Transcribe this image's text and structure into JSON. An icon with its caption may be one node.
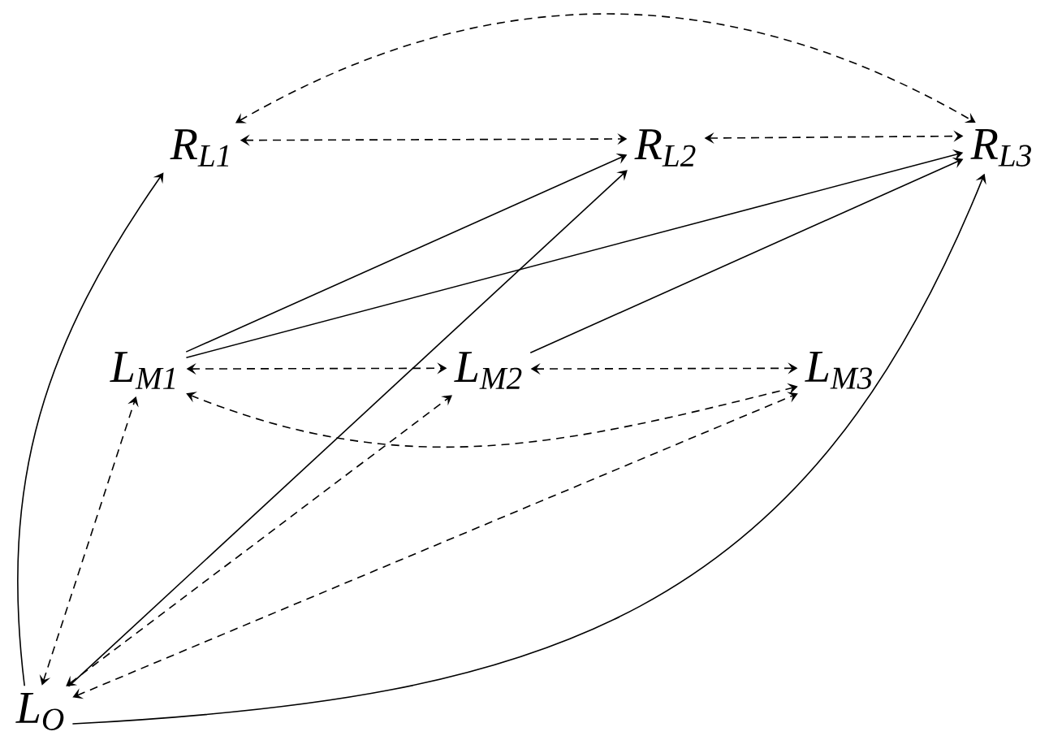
{
  "diagram": {
    "nodes": [
      {
        "text": [
          "R$_{L1}$"
        ]
      },
      {
        "text": [
          "R$_{L2}$"
        ]
      },
      {
        "text": [
          "R$_{L3}$"
        ]
      },
      {
        "text": [
          "L$_{M1}$"
        ]
      },
      {
        "text": [
          "L$_{M2}$"
        ]
      },
      {
        "text": [
          "L$_{M3}$"
        ]
      },
      {
        "text": [
          "L$_{O}$"
        ]
      }
    ],
    "edges": [
      {
        "from": 0,
        "to": 1,
        "arrow": "both",
        "style": "dashed"
      },
      {
        "from": 1,
        "to": 2,
        "arrow": "both",
        "style": "dashed"
      },
      {
        "from": 0,
        "to": 2,
        "arrow": "both",
        "style": "dashed"
      },
      {
        "from": 3,
        "to": 1,
        "arrow": "to"
      },
      {
        "from": 3,
        "to": 2,
        "arrow": "to"
      },
      {
        "from": 4,
        "to": 2,
        "arrow": "to"
      },
      {
        "from": 6,
        "to": 1,
        "arrow": "to"
      },
      {
        "from": 6,
        "to": 0,
        "arrow": "to"
      },
      {
        "from": 6,
        "to": 2,
        "arrow": "to"
      },
      {
        "from": 3,
        "to": 4,
        "arrow": "both",
        "style": "dashed"
      },
      {
        "from": 4,
        "to": 5,
        "arrow": "both",
        "style": "dashed"
      },
      {
        "from": 3,
        "to": 5,
        "arrow": "both",
        "style": "dashed"
      },
      {
        "from": 6,
        "to": 3,
        "arrow": "both",
        "style": "dashed"
      },
      {
        "from": 6,
        "to": 4,
        "arrow": "both",
        "style": "dashed"
      },
      {
        "from": 6,
        "to": 5,
        "arrow": "both",
        "style": "dashed"
      }
    ]
  }
}
